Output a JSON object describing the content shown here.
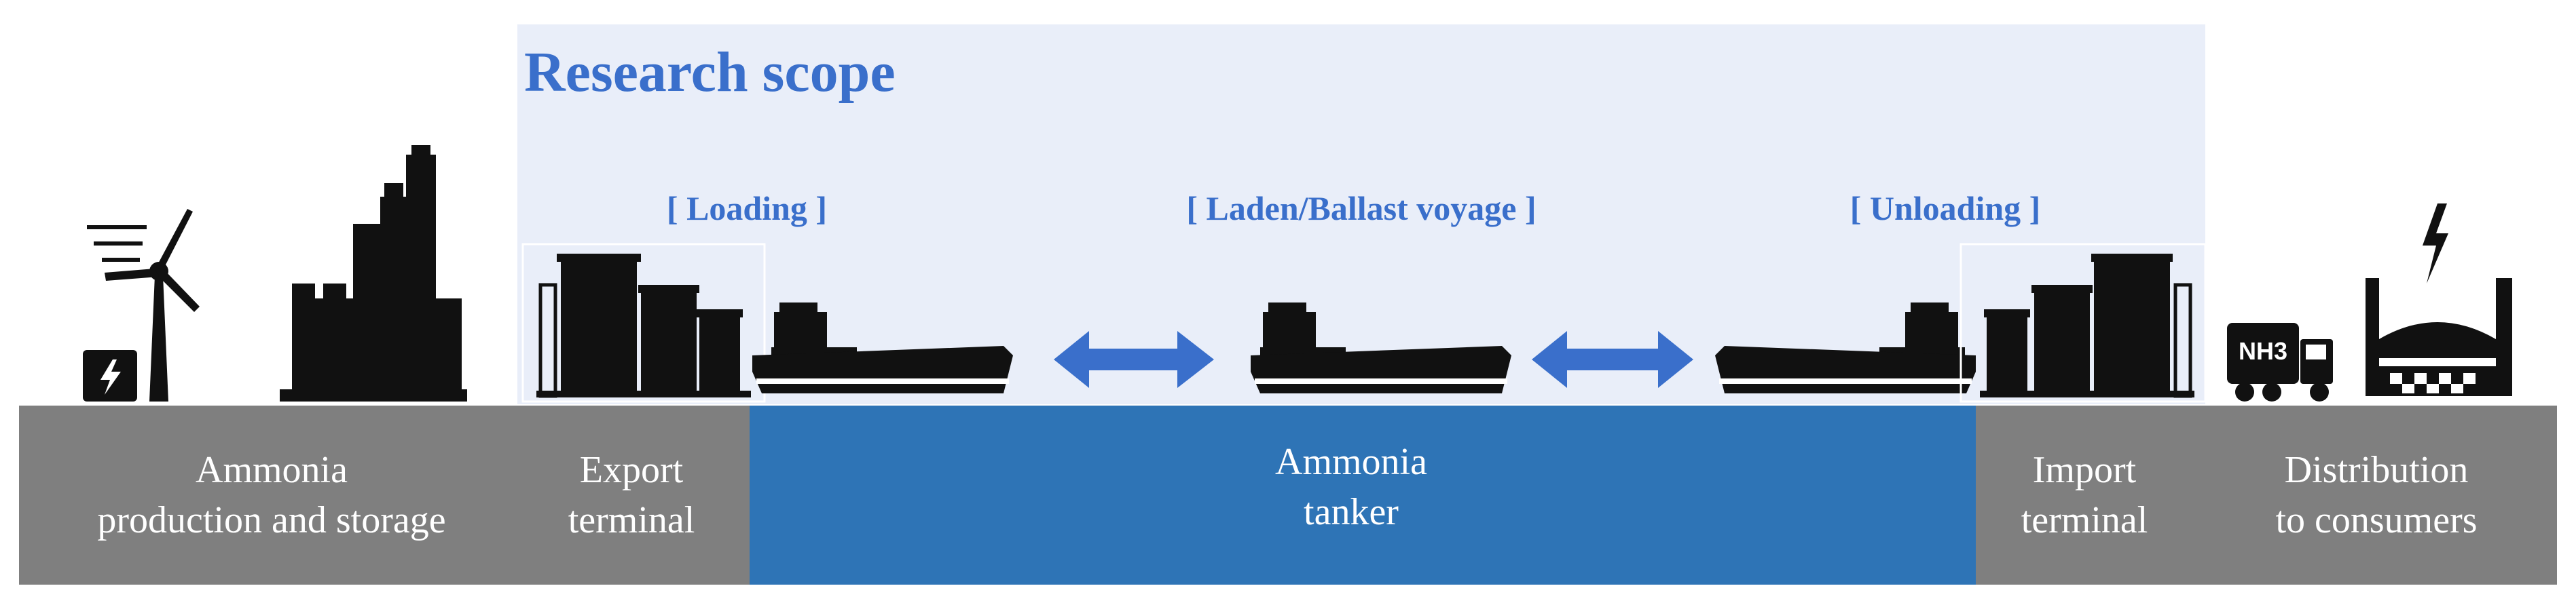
{
  "scope": {
    "title": "Research scope",
    "fill_color": "#e9eef9",
    "title_color": "#3a6fcb"
  },
  "phases": {
    "loading": "[ Loading ]",
    "voyage": "[ Laden/Ballast voyage ]",
    "unloading": "[ Unloading ]"
  },
  "segments": {
    "production": {
      "line1": "Ammonia",
      "line2": "production and storage"
    },
    "export": {
      "line1": "Export",
      "line2": "terminal"
    },
    "tanker": {
      "line1": "Ammonia",
      "line2": "tanker"
    },
    "import": {
      "line1": "Import",
      "line2": "terminal"
    },
    "distribution": {
      "line1": "Distribution",
      "line2": "to consumers"
    }
  },
  "truck": {
    "label": "NH3"
  },
  "colors": {
    "band_gray": "#7f7f7f",
    "band_blue": "#2e74b6",
    "arrow": "#3a6fcb",
    "icon": "#111111"
  },
  "icons": [
    "wind-turbine-icon",
    "power-box-icon",
    "factory-icon",
    "storage-tanks-icon",
    "ammonia-tanker-ship-icon",
    "double-arrow-icon",
    "nh3-truck-icon",
    "power-plant-icon"
  ]
}
